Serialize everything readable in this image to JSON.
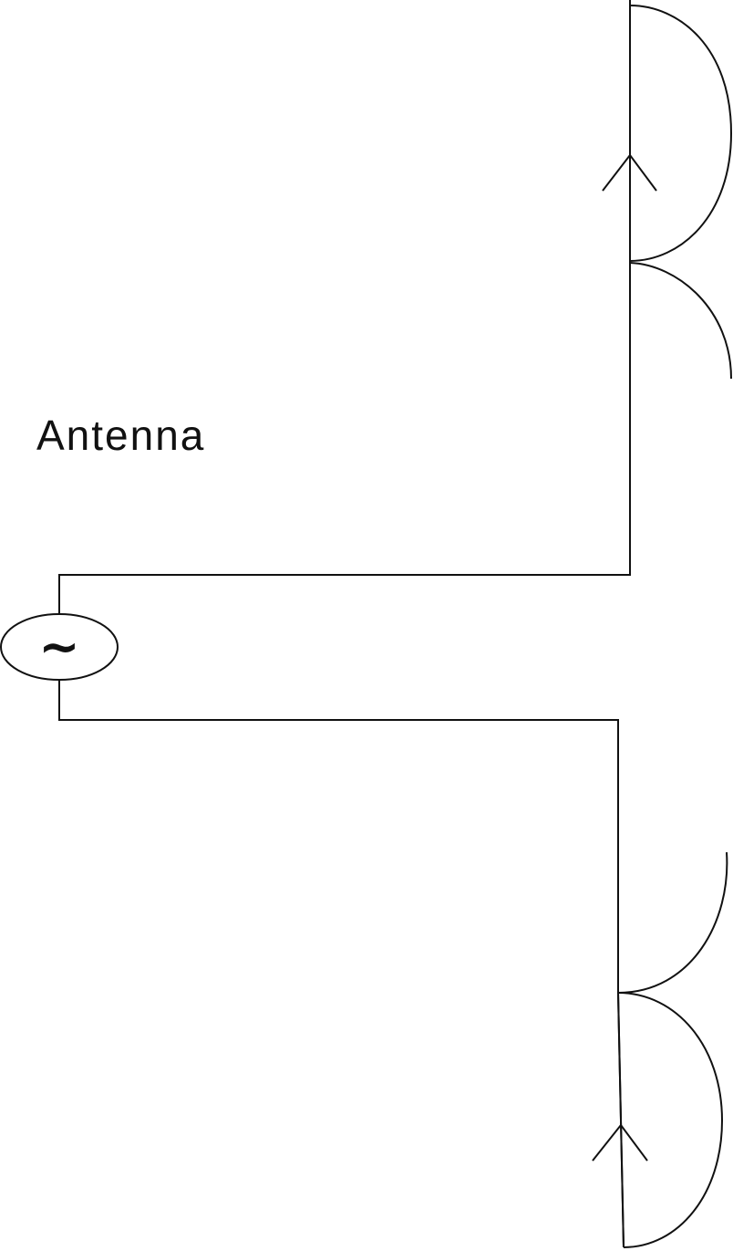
{
  "diagram": {
    "label": "Antenna",
    "source_symbol": "~",
    "colors": {
      "line": "#111111",
      "background": "#ffffff"
    },
    "components": [
      "ac-source",
      "upper-feed-line",
      "lower-feed-line",
      "upper-antenna-element",
      "lower-antenna-element",
      "upper-current-arrow",
      "lower-current-arrow",
      "upper-radiation-lobes",
      "lower-radiation-lobes"
    ]
  }
}
